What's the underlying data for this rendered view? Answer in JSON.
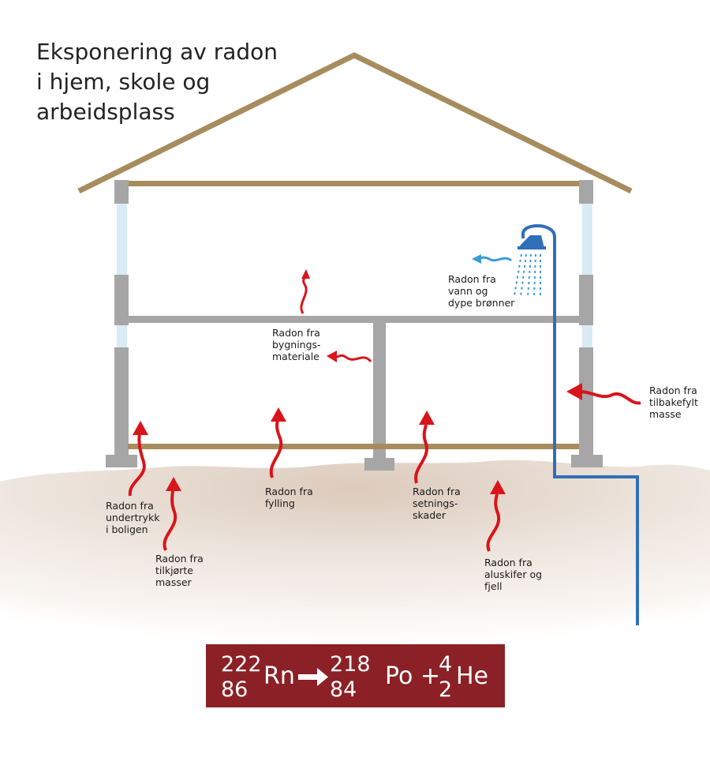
{
  "title": {
    "line1": "Eksponering av radon",
    "line2": "i hjem, skole og",
    "line3": "arbeidsplass"
  },
  "labels": {
    "water": [
      "Radon fra",
      "vann og",
      "dype brønner"
    ],
    "building": [
      "Radon fra",
      "bygnings-",
      "materiale"
    ],
    "backfill": [
      "Radon fra",
      "tilbakefylt",
      "masse"
    ],
    "underpressure": [
      "Radon fra",
      "undertrykk",
      "i boligen"
    ],
    "filling": [
      "Radon fra",
      "fylling"
    ],
    "settlement": [
      "Radon fra",
      "setnings-",
      "skader"
    ],
    "delivered": [
      "Radon fra",
      "tilkjørte",
      "masser"
    ],
    "alum_shale": [
      "Radon fra",
      "aluskifer og",
      "fjell"
    ]
  },
  "equation": {
    "rn_mass": "222",
    "rn_number": "86",
    "rn_symbol": "Rn",
    "po_mass": "218",
    "po_number": "84",
    "po_symbol": "Po +",
    "he_mass": "4",
    "he_number": "2",
    "he_symbol": "He"
  },
  "colors": {
    "roof": "#a78c5e",
    "wall": "#a6a6a6",
    "window": "#d9ebf5",
    "floor": "#a78c5e",
    "radon_arrow": "#d9141b",
    "pipe": "#2f6fb8",
    "water_drops": "#3c9ad8",
    "ground": "#e9ddd3",
    "equation_bg": "#8b2126"
  },
  "icons": {
    "shower": "shower-head-icon",
    "radon": "wavy-arrow-icon",
    "decay": "right-arrow-icon"
  }
}
